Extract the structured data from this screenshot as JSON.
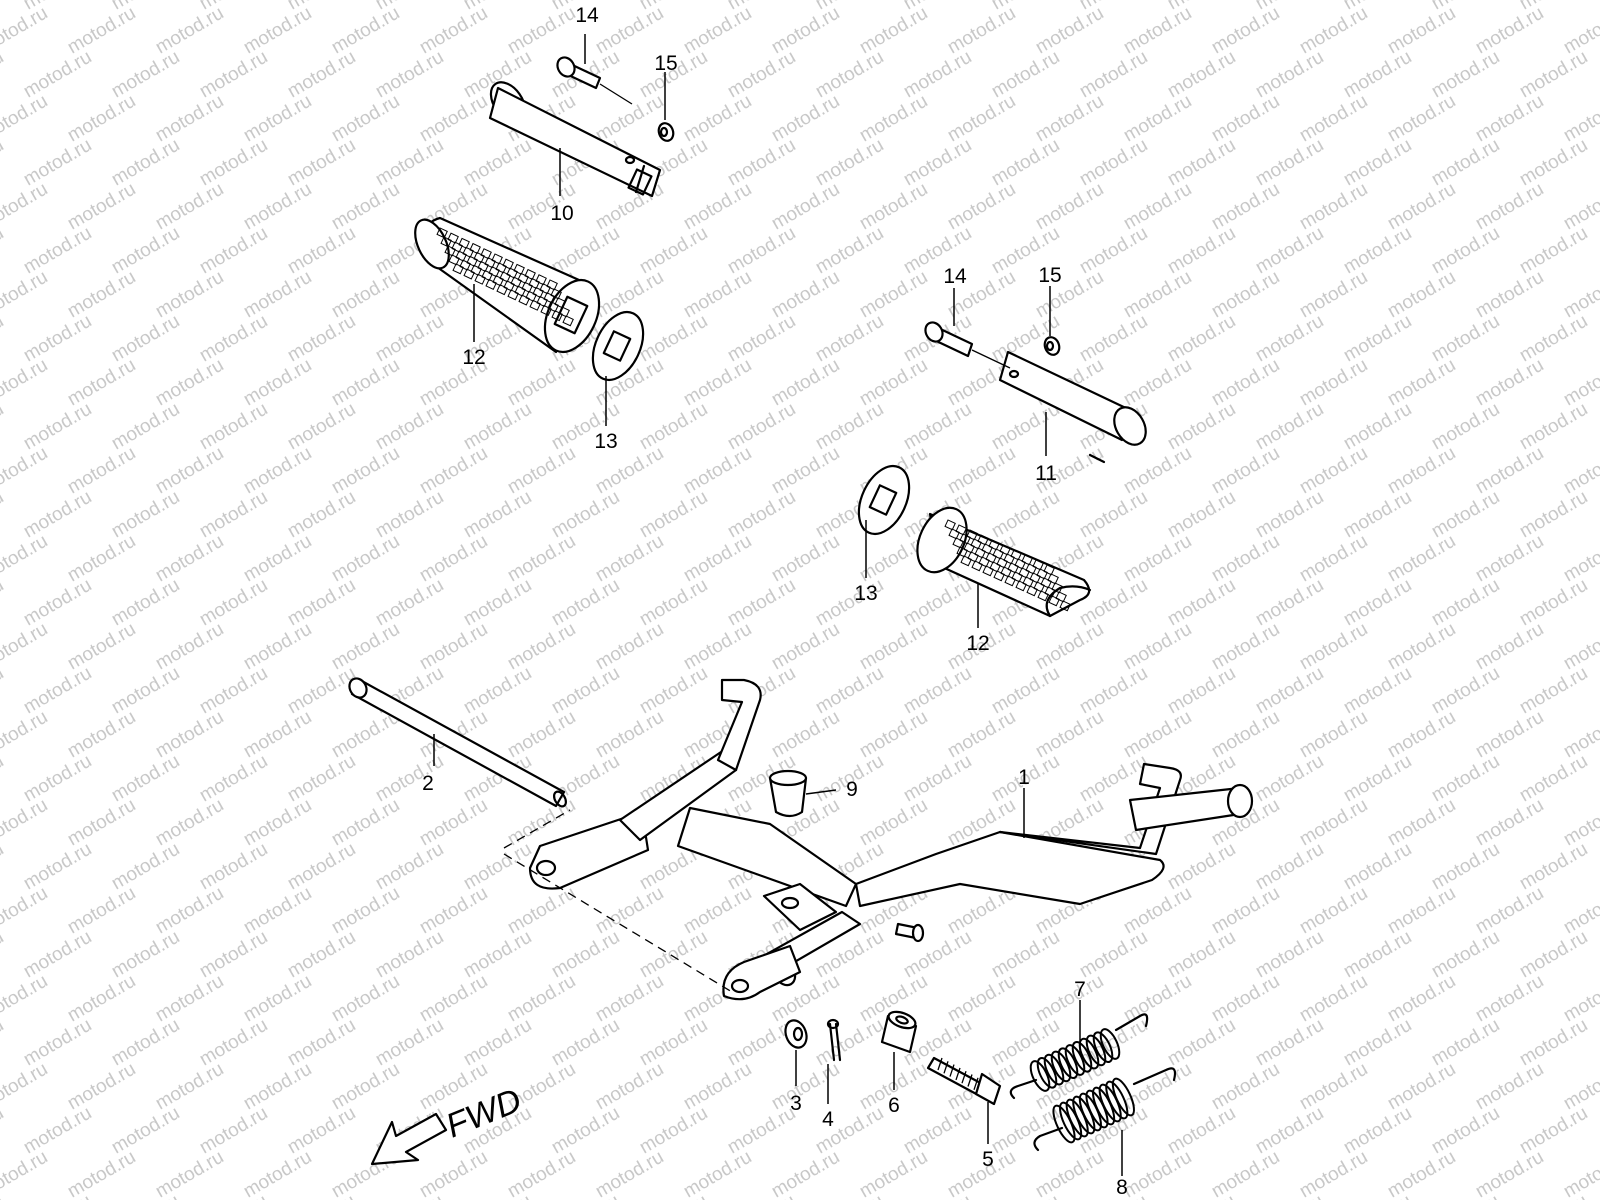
{
  "watermark": {
    "text": "motod.ru",
    "color": "#c8c8c8"
  },
  "direction_label": "FWD",
  "callouts": [
    {
      "id": "c14a",
      "label": "14"
    },
    {
      "id": "c15a",
      "label": "15"
    },
    {
      "id": "c10",
      "label": "10"
    },
    {
      "id": "c12a",
      "label": "12"
    },
    {
      "id": "c13a",
      "label": "13"
    },
    {
      "id": "c14b",
      "label": "14"
    },
    {
      "id": "c15b",
      "label": "15"
    },
    {
      "id": "c11",
      "label": "11"
    },
    {
      "id": "c13b",
      "label": "13"
    },
    {
      "id": "c12b",
      "label": "12"
    },
    {
      "id": "c2",
      "label": "2"
    },
    {
      "id": "c9",
      "label": "9"
    },
    {
      "id": "c1",
      "label": "1"
    },
    {
      "id": "c7",
      "label": "7"
    },
    {
      "id": "c3",
      "label": "3"
    },
    {
      "id": "c4",
      "label": "4"
    },
    {
      "id": "c6",
      "label": "6"
    },
    {
      "id": "c5",
      "label": "5"
    },
    {
      "id": "c8",
      "label": "8"
    }
  ]
}
